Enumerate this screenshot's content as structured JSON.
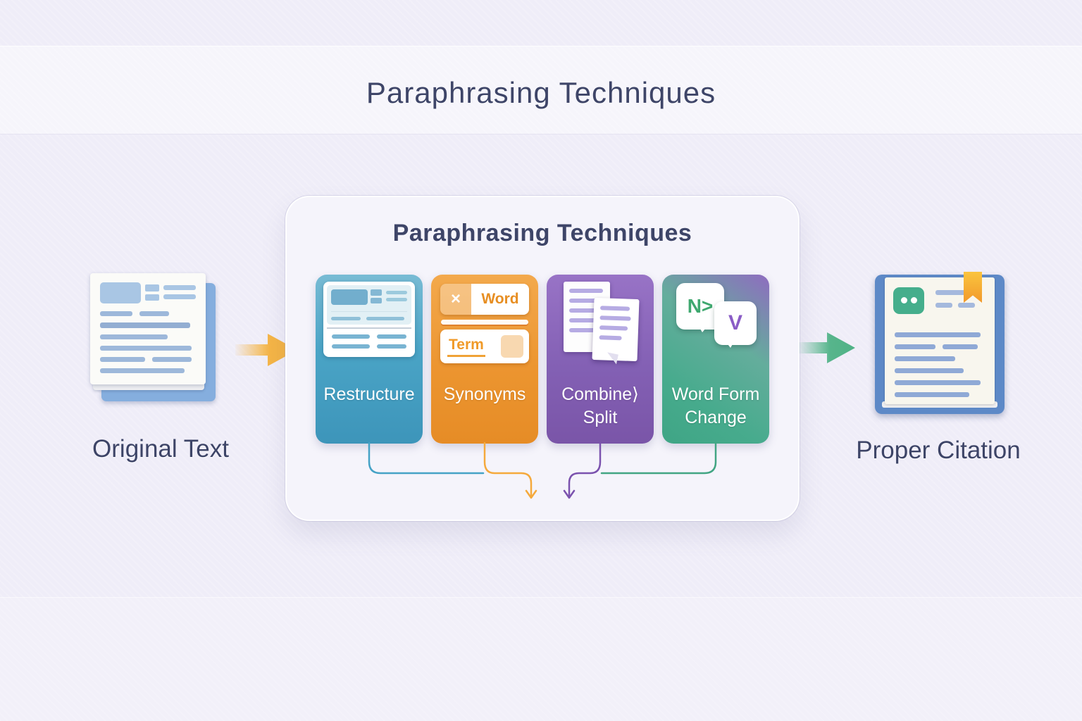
{
  "page": {
    "background_color": "#efedf8"
  },
  "header": {
    "title": "Paraphrasing Techniques"
  },
  "panel": {
    "title": "Paraphrasing Techniques",
    "cards": [
      {
        "id": "restructure",
        "label_line1": "Restructure",
        "label_line2": "",
        "color": "#3d96bb"
      },
      {
        "id": "synonyms",
        "label_line1": "Synonyms",
        "label_line2": "",
        "color": "#ec9530",
        "chip_close_glyph": "×",
        "chip_word": "Word",
        "chip_term": "Term"
      },
      {
        "id": "combine-split",
        "label_line1": "Combine⟩",
        "label_line2": "Split",
        "color": "#8360b4"
      },
      {
        "id": "word-form-change",
        "label_line1": "Word Form",
        "label_line2": "Change",
        "color": "#47ab8d",
        "noun_glyph": "N>",
        "verb_glyph": "V"
      }
    ]
  },
  "flow": {
    "source_label": "Original Text",
    "result_label": "Proper Citation"
  },
  "colors": {
    "forward_arrow": "#f5b23d",
    "result_arrow": "#4fb286",
    "connector_restructure": "#45a2c6",
    "connector_synonyms": "#f5a93c",
    "connector_combine_split": "#7b52ae",
    "connector_word_form": "#42a583",
    "heading_text": "#3e4568"
  }
}
